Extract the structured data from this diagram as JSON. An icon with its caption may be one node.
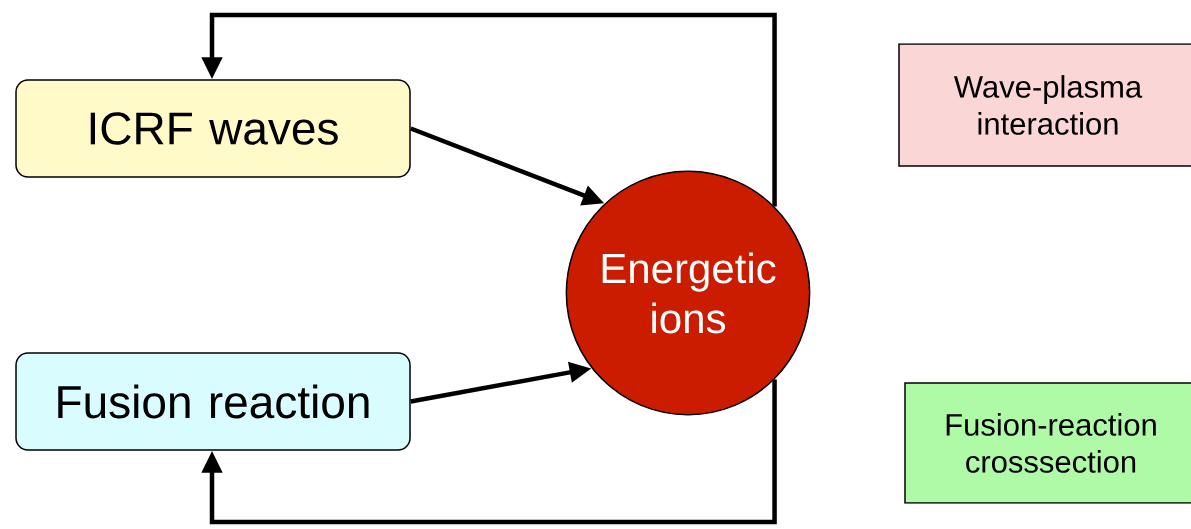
{
  "diagram": {
    "nodes": [
      {
        "text": [
          "ICRF waves"
        ]
      },
      {
        "text": [
          "Fusion reaction"
        ]
      },
      {
        "text": [
          "Energetic ions"
        ]
      },
      {
        "text": [
          "Wave-plasma interaction"
        ]
      },
      {
        "text": [
          "Fusion-reaction crosssection"
        ]
      }
    ],
    "edges": [
      {
        "from": 0,
        "to": 2,
        "arrow": "to"
      },
      {
        "from": 1,
        "to": 2,
        "arrow": "to"
      },
      {
        "from": 2,
        "to": 0,
        "arrow": "to"
      },
      {
        "from": 2,
        "to": 1,
        "arrow": "to"
      }
    ]
  }
}
